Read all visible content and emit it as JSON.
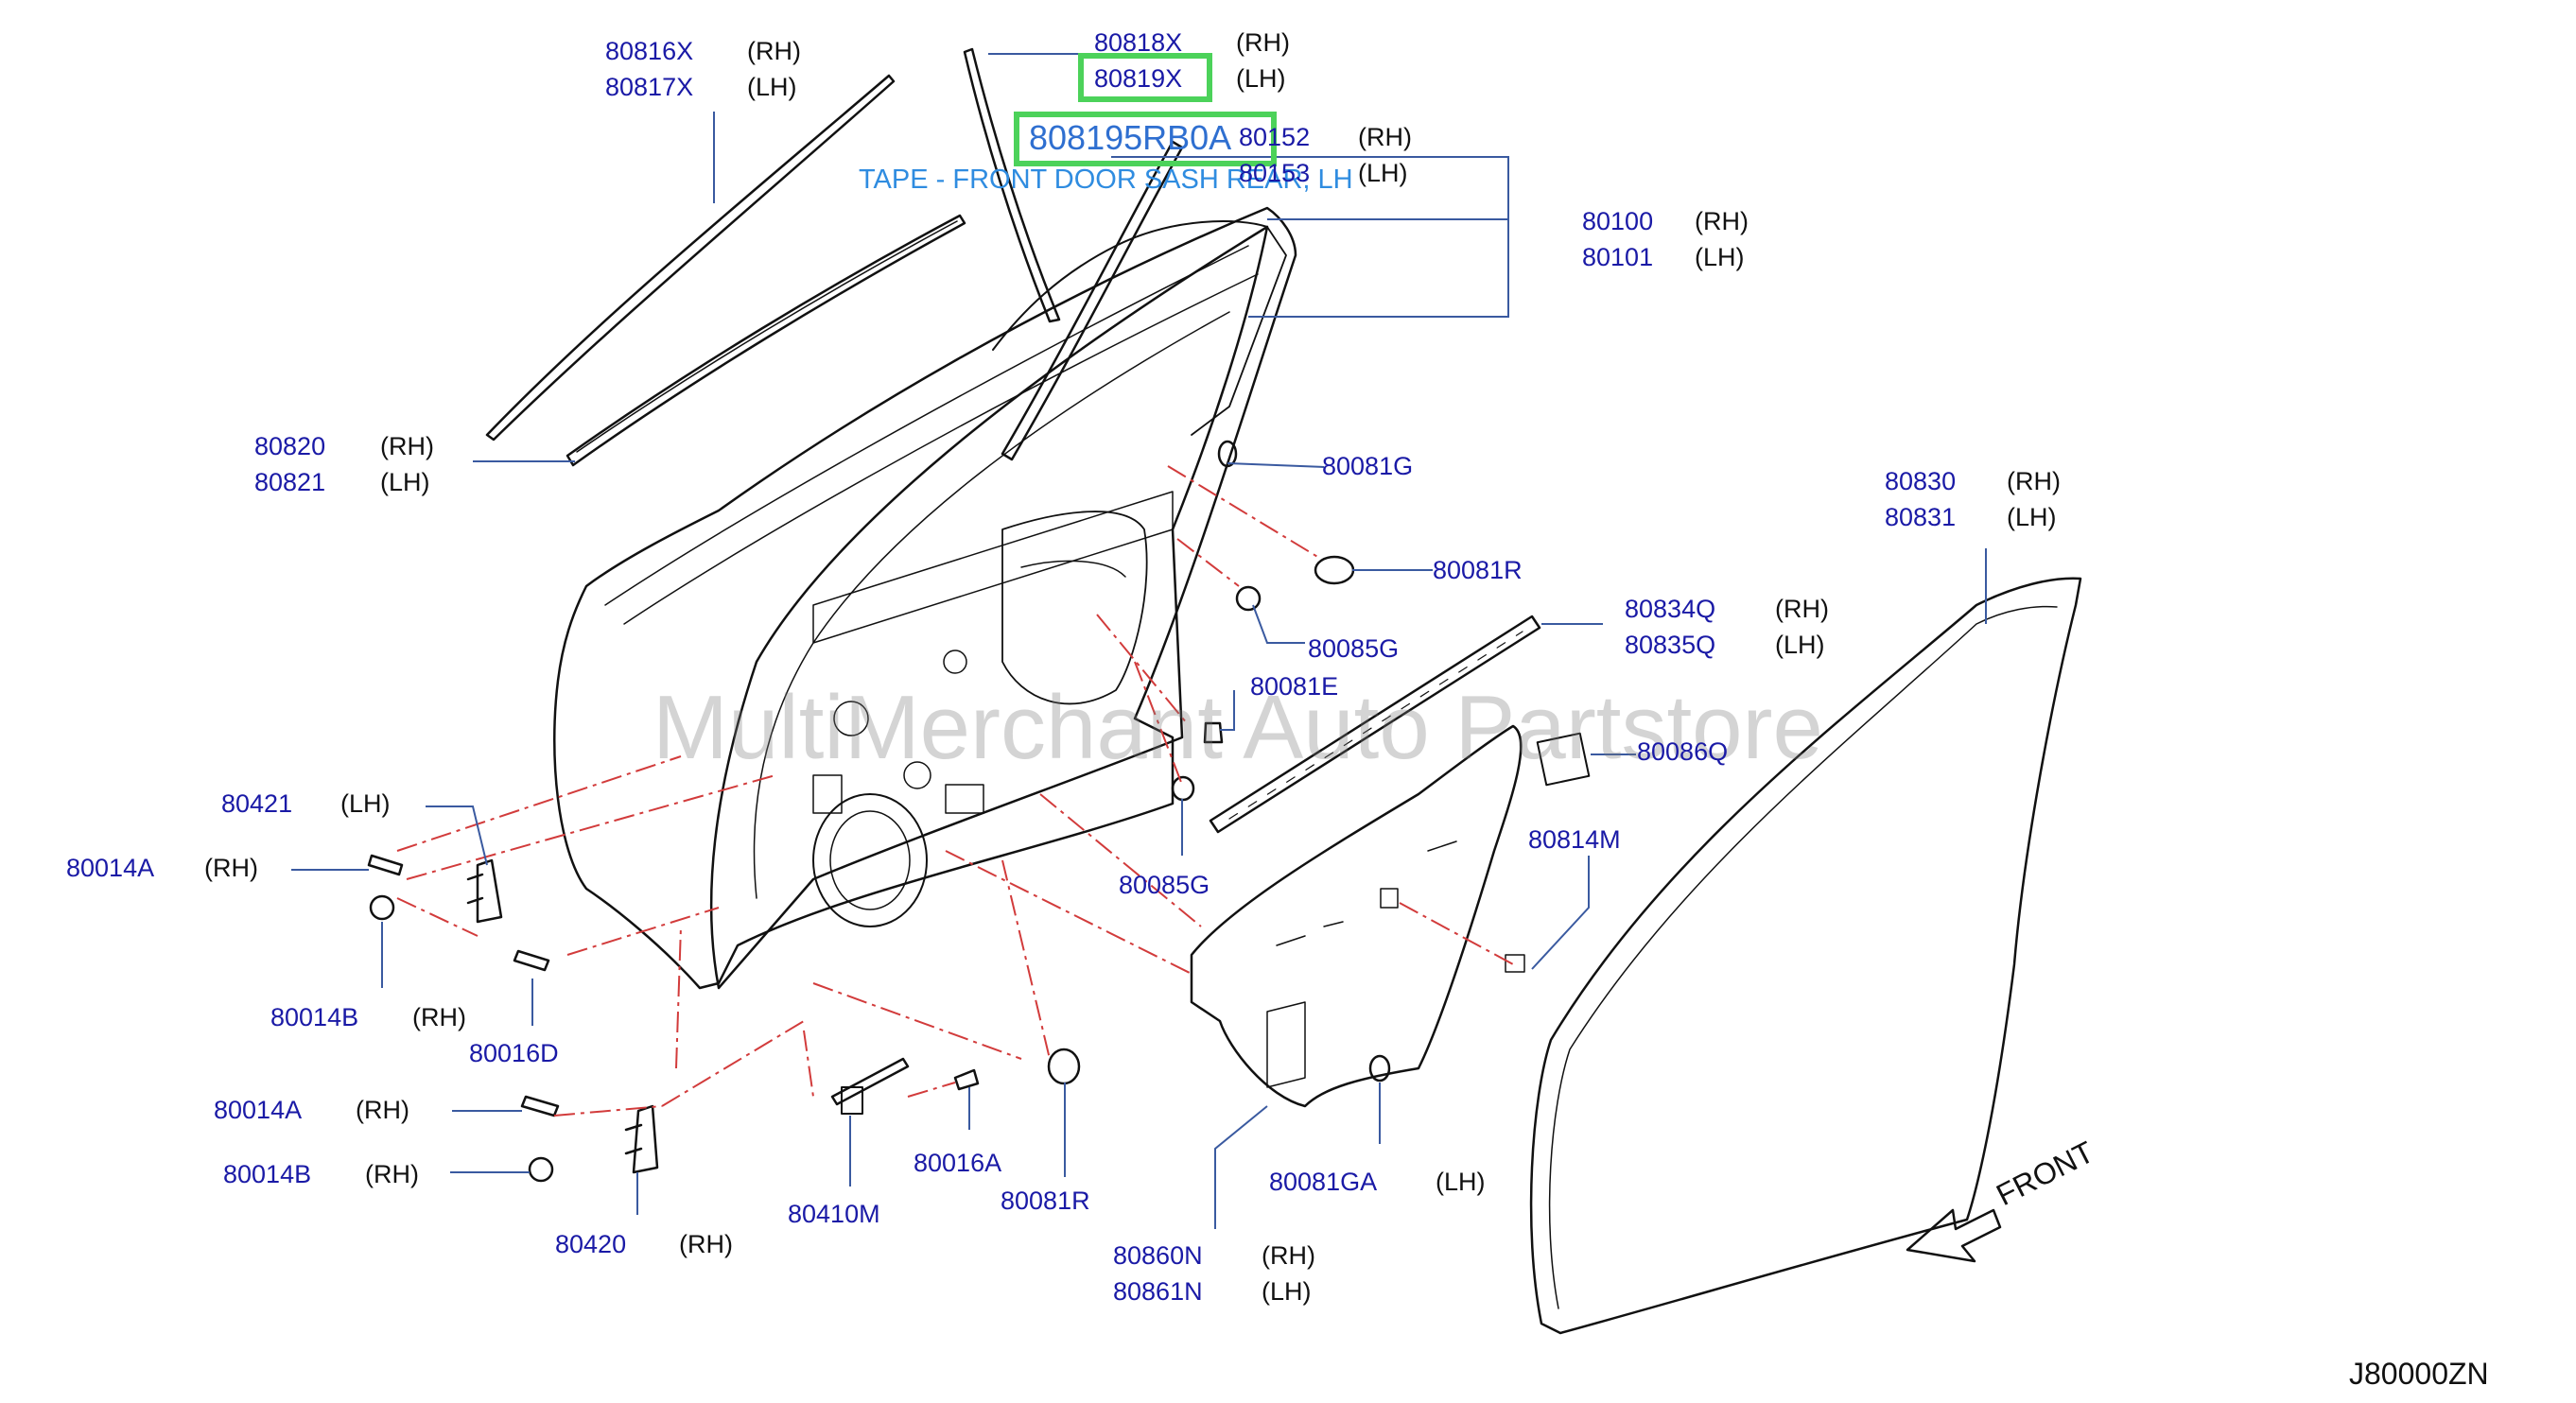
{
  "watermark": "MultiMerchant Auto Partstore",
  "highlight": {
    "part_number": "808195RB0A",
    "description": "TAPE - FRONT DOOR SASH REAR, LH"
  },
  "labels": {
    "p80816": {
      "pn": "80816X",
      "side": "(RH)"
    },
    "p80817": {
      "pn": "80817X",
      "side": "(LH)"
    },
    "p80818": {
      "pn": "80818X",
      "side": "(RH)"
    },
    "p80819": {
      "pn": "80819X",
      "side": "(LH)"
    },
    "p80152": {
      "pn": "80152",
      "side": "(RH)"
    },
    "p80153": {
      "pn": "80153",
      "side": "(LH)"
    },
    "p80100": {
      "pn": "80100",
      "side": "(RH)"
    },
    "p80101": {
      "pn": "80101",
      "side": "(LH)"
    },
    "p80820": {
      "pn": "80820",
      "side": "(RH)"
    },
    "p80821": {
      "pn": "80821",
      "side": "(LH)"
    },
    "p80081G": {
      "pn": "80081G"
    },
    "p80081R_top": {
      "pn": "80081R"
    },
    "p80830": {
      "pn": "80830",
      "side": "(RH)"
    },
    "p80831": {
      "pn": "80831",
      "side": "(LH)"
    },
    "p80834Q": {
      "pn": "80834Q",
      "side": "(RH)"
    },
    "p80835Q": {
      "pn": "80835Q",
      "side": "(LH)"
    },
    "p80085G_top": {
      "pn": "80085G"
    },
    "p80081E": {
      "pn": "80081E"
    },
    "p80086Q": {
      "pn": "80086Q"
    },
    "p80421": {
      "pn": "80421",
      "side": "(LH)"
    },
    "p80014A_top": {
      "pn": "80014A",
      "side": "(RH)"
    },
    "p80814M": {
      "pn": "80814M"
    },
    "p80085G_bot": {
      "pn": "80085G"
    },
    "p80014B_top": {
      "pn": "80014B",
      "side": "(RH)"
    },
    "p80016D": {
      "pn": "80016D"
    },
    "p80014A_bot": {
      "pn": "80014A",
      "side": "(RH)"
    },
    "p80016A": {
      "pn": "80016A"
    },
    "p80014B_bot": {
      "pn": "80014B",
      "side": "(RH)"
    },
    "p80081GA": {
      "pn": "80081GA",
      "side": "(LH)"
    },
    "p80081R_bot": {
      "pn": "80081R"
    },
    "p80410M": {
      "pn": "80410M"
    },
    "p80420": {
      "pn": "80420",
      "side": "(RH)"
    },
    "p80860N": {
      "pn": "80860N",
      "side": "(RH)"
    },
    "p80861N": {
      "pn": "80861N",
      "side": "(LH)"
    }
  },
  "front_label": "FRONT",
  "diagram_code": "J80000ZN",
  "colors": {
    "part_number": "#1a1aa6",
    "highlight_box": "#4cd25a",
    "highlight_text": "#2f6fd0",
    "dash_lines": "#d23b3b",
    "leader_lines": "#3a5aa0"
  }
}
